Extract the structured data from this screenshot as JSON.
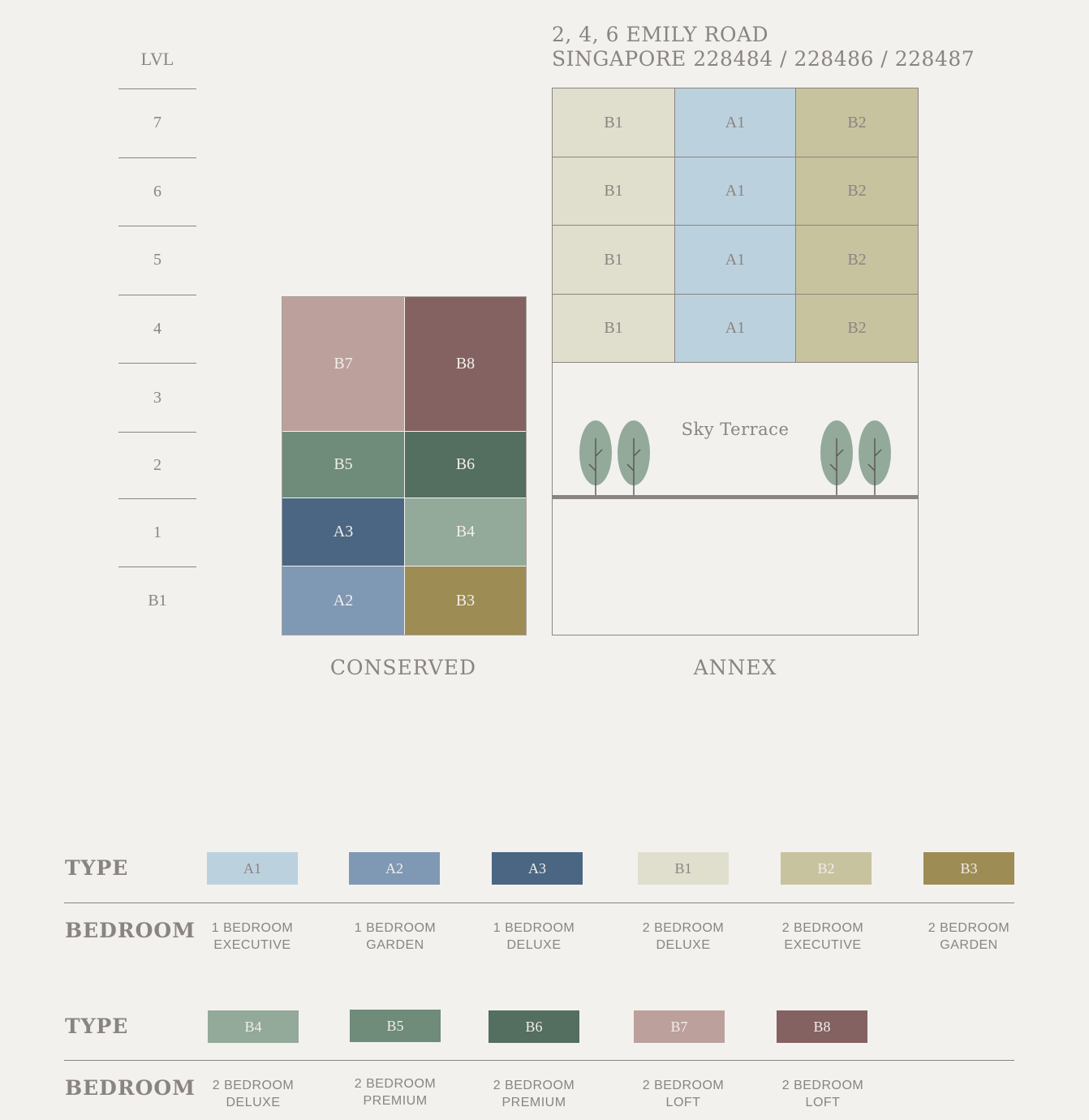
{
  "address": {
    "line1": "2, 4, 6 EMILY ROAD",
    "line2": "SINGAPORE 228484 / 228486 / 228487"
  },
  "levels": {
    "title": "LVL",
    "labels": [
      "7",
      "6",
      "5",
      "4",
      "3",
      "2",
      "1",
      "B1"
    ]
  },
  "conserved": {
    "caption": "CONSERVED",
    "units": [
      "B7",
      "B8",
      "B5",
      "B6",
      "A3",
      "B4",
      "A2",
      "B3"
    ]
  },
  "annex": {
    "caption": "ANNEX",
    "rows": [
      [
        "B1",
        "A1",
        "B2"
      ],
      [
        "B1",
        "A1",
        "B2"
      ],
      [
        "B1",
        "A1",
        "B2"
      ],
      [
        "B1",
        "A1",
        "B2"
      ]
    ],
    "sky_terrace": "Sky Terrace"
  },
  "legend": {
    "type_heading": "TYPE",
    "bedroom_heading": "BEDROOM",
    "row1": [
      {
        "type": "A1",
        "line1": "1 BEDROOM",
        "line2": "EXECUTIVE",
        "color": "#bcd1de"
      },
      {
        "type": "A2",
        "line1": "1 BEDROOM",
        "line2": "GARDEN",
        "color": "#7f98b4"
      },
      {
        "type": "A3",
        "line1": "1 BEDROOM",
        "line2": "DELUXE",
        "color": "#4a6682"
      },
      {
        "type": "B1",
        "line1": "2 BEDROOM",
        "line2": "DELUXE",
        "color": "#e0dfcd"
      },
      {
        "type": "B2",
        "line1": "2 BEDROOM",
        "line2": "EXECUTIVE",
        "color": "#c8c39f"
      },
      {
        "type": "B3",
        "line1": "2 BEDROOM",
        "line2": "GARDEN",
        "color": "#9d8d55"
      }
    ],
    "row2": [
      {
        "type": "B4",
        "line1": "2 BEDROOM",
        "line2": "DELUXE",
        "color": "#93a99a"
      },
      {
        "type": "B5",
        "line1": "2 BEDROOM",
        "line2": "PREMIUM",
        "color": "#6f8b7a"
      },
      {
        "type": "B6",
        "line1": "2 BEDROOM",
        "line2": "PREMIUM",
        "color": "#546e60"
      },
      {
        "type": "B7",
        "line1": "2 BEDROOM",
        "line2": "LOFT",
        "color": "#bca09c"
      },
      {
        "type": "B8",
        "line1": "2 BEDROOM",
        "line2": "LOFT",
        "color": "#846262"
      }
    ]
  }
}
